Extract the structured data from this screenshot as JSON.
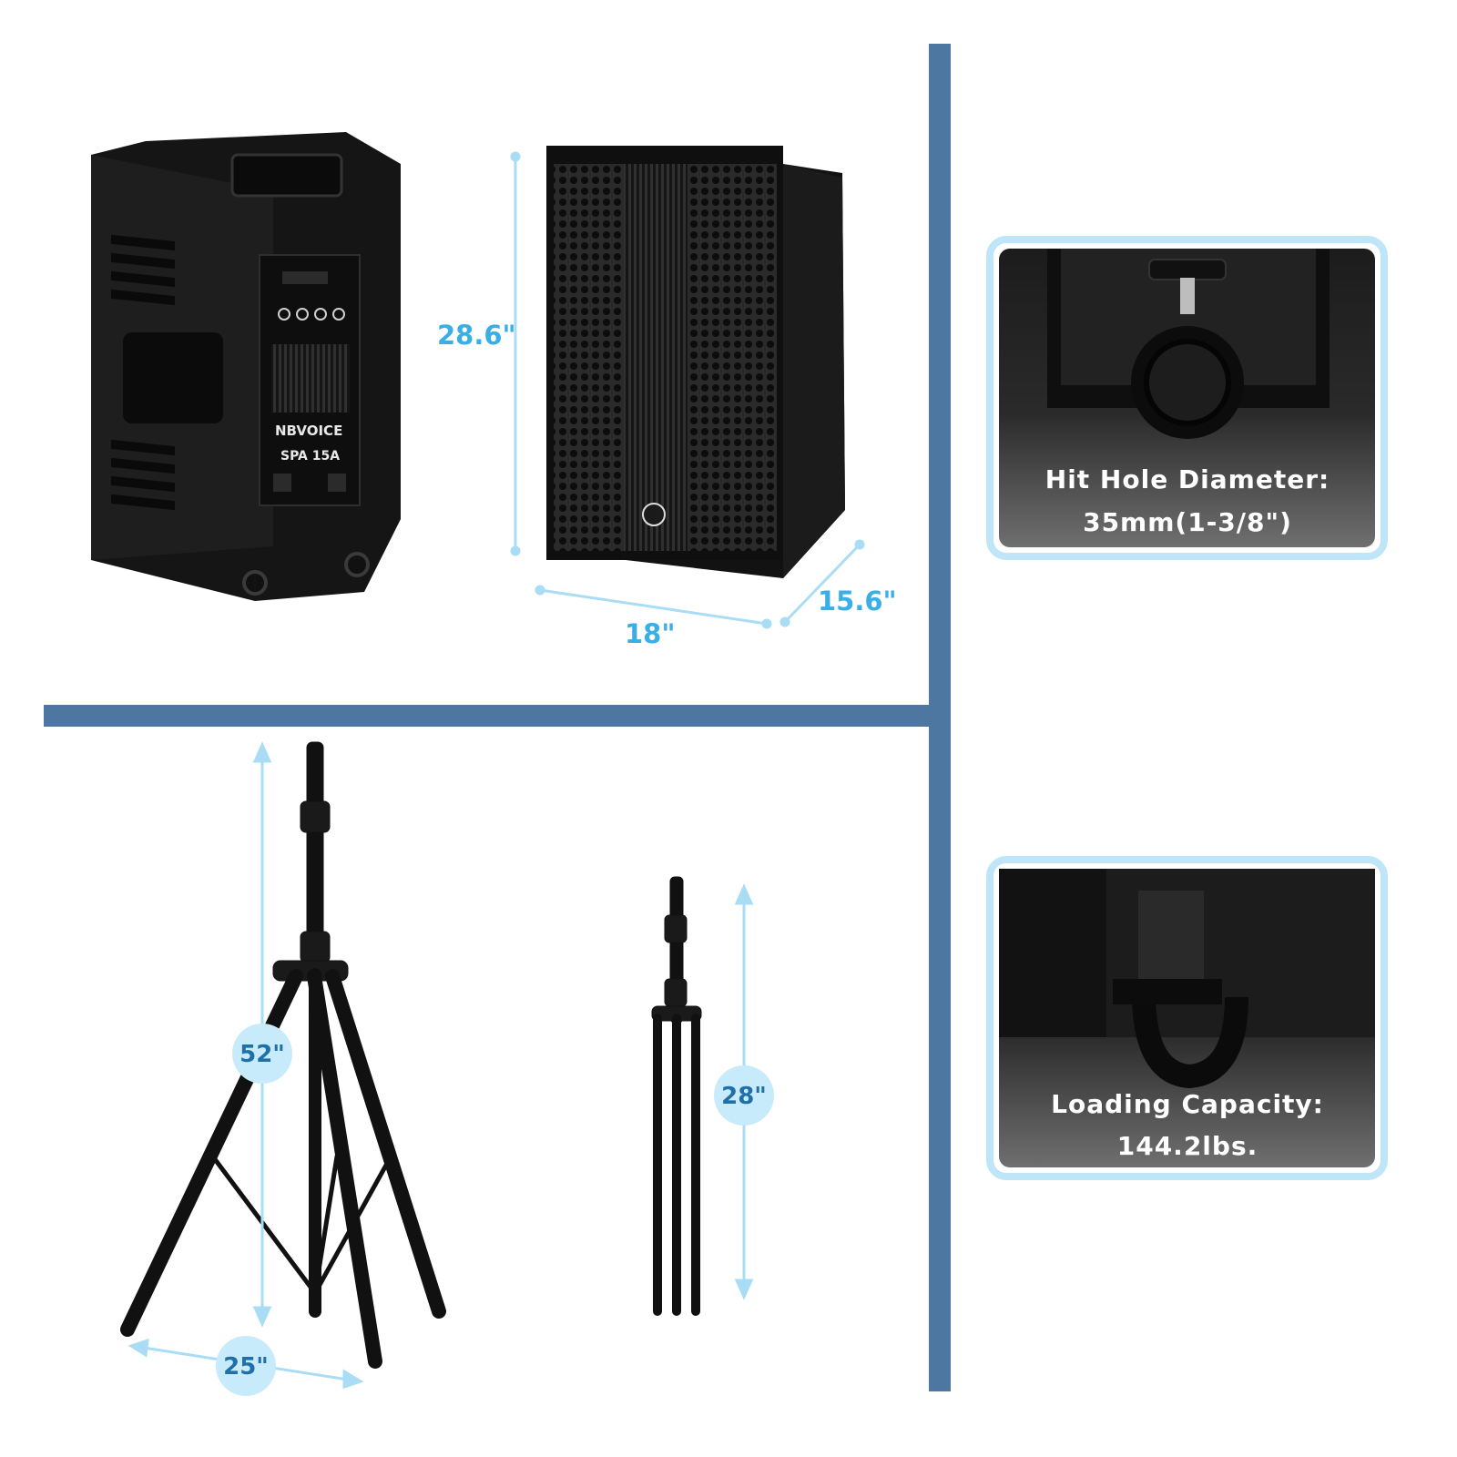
{
  "speaker": {
    "brand": "NBVOICE",
    "model": "SPA 15A"
  },
  "dimensions": {
    "speaker_height": "28.6\"",
    "speaker_width": "18\"",
    "speaker_depth": "15.6\"",
    "stand_max_height": "52\"",
    "stand_base_span": "25\"",
    "stand_min_height": "28\""
  },
  "features": [
    {
      "title": "Hit Hole Diameter:",
      "value": "35mm(1-3/8\")"
    },
    {
      "title": "Loading Capacity:",
      "value": "144.2lbs."
    }
  ],
  "colors": {
    "divider": "#4d77a0",
    "dimension_line": "#a9dcf5",
    "dimension_text": "#3aaee6",
    "badge_fill": "#c8ebfb",
    "feature_border": "#bfe6f8"
  }
}
